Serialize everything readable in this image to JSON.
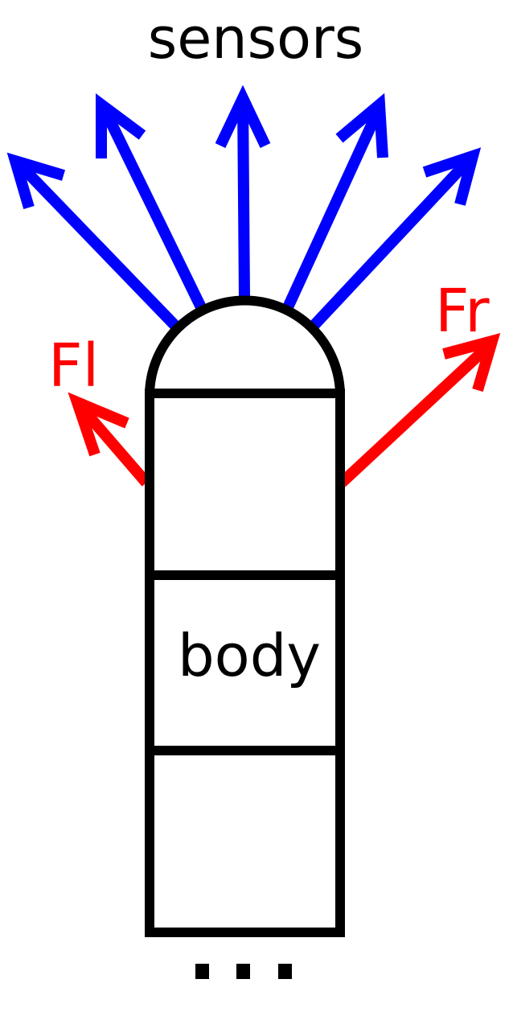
{
  "labels": {
    "sensors": "sensors",
    "body": "body",
    "force_left": "Fl",
    "force_right": "Fr"
  },
  "colors": {
    "sensor_arrows": "#0000ff",
    "force_arrows": "#ff0000",
    "outline": "#000000",
    "background": "#ffffff"
  },
  "sensor_count": 5,
  "body_segment_count": 3,
  "continuation_marker": "dots"
}
